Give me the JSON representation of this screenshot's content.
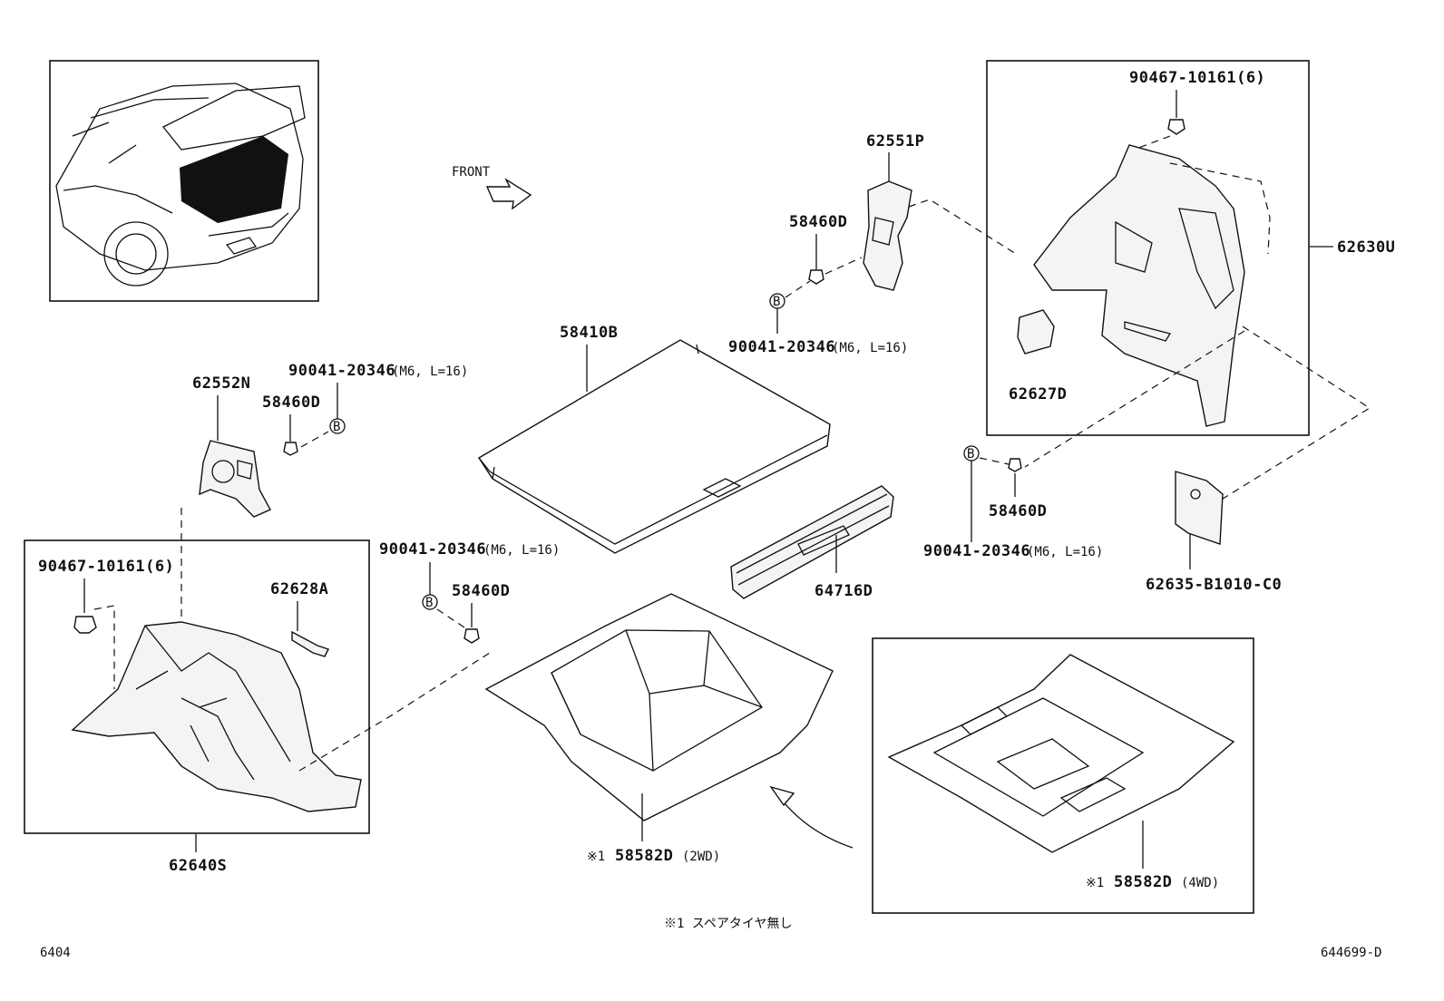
{
  "front_label": "FRONT",
  "parts": {
    "p62551P": "62551P",
    "p58460D_top": "58460D",
    "b_top": "B",
    "bolt_top": "90041-20346",
    "bolt_top_spec": "(M6, L=16)",
    "p58410B": "58410B",
    "p62552N": "62552N",
    "bolt_left": "90041-20346",
    "bolt_left_spec": "(M6, L=16)",
    "p58460D_left": "58460D",
    "b_left": "B",
    "clip_left": "90467-10161(6)",
    "p62628A": "62628A",
    "p62640S": "62640S",
    "bolt_mid": "90041-20346",
    "bolt_mid_spec": "(M6, L=16)",
    "b_mid": "B",
    "p58460D_mid": "58460D",
    "p64716D": "64716D",
    "clip_right": "90467-10161(6)",
    "p62630U": "62630U",
    "p62627D": "62627D",
    "b_right": "B",
    "p58460D_right": "58460D",
    "bolt_right": "90041-20346",
    "bolt_right_spec": "(M6, L=16)",
    "p62635": "62635-B1010-C0",
    "note_2wd_mark": "※1",
    "p58582D_2wd": "58582D",
    "note_2wd": "(2WD)",
    "note_4wd_mark": "※1",
    "p58582D_4wd": "58582D",
    "note_4wd": "(4WD)"
  },
  "footnote": "※1 スペアタイヤ無し",
  "page_code_left": "6404",
  "page_code_right": "644699-D"
}
